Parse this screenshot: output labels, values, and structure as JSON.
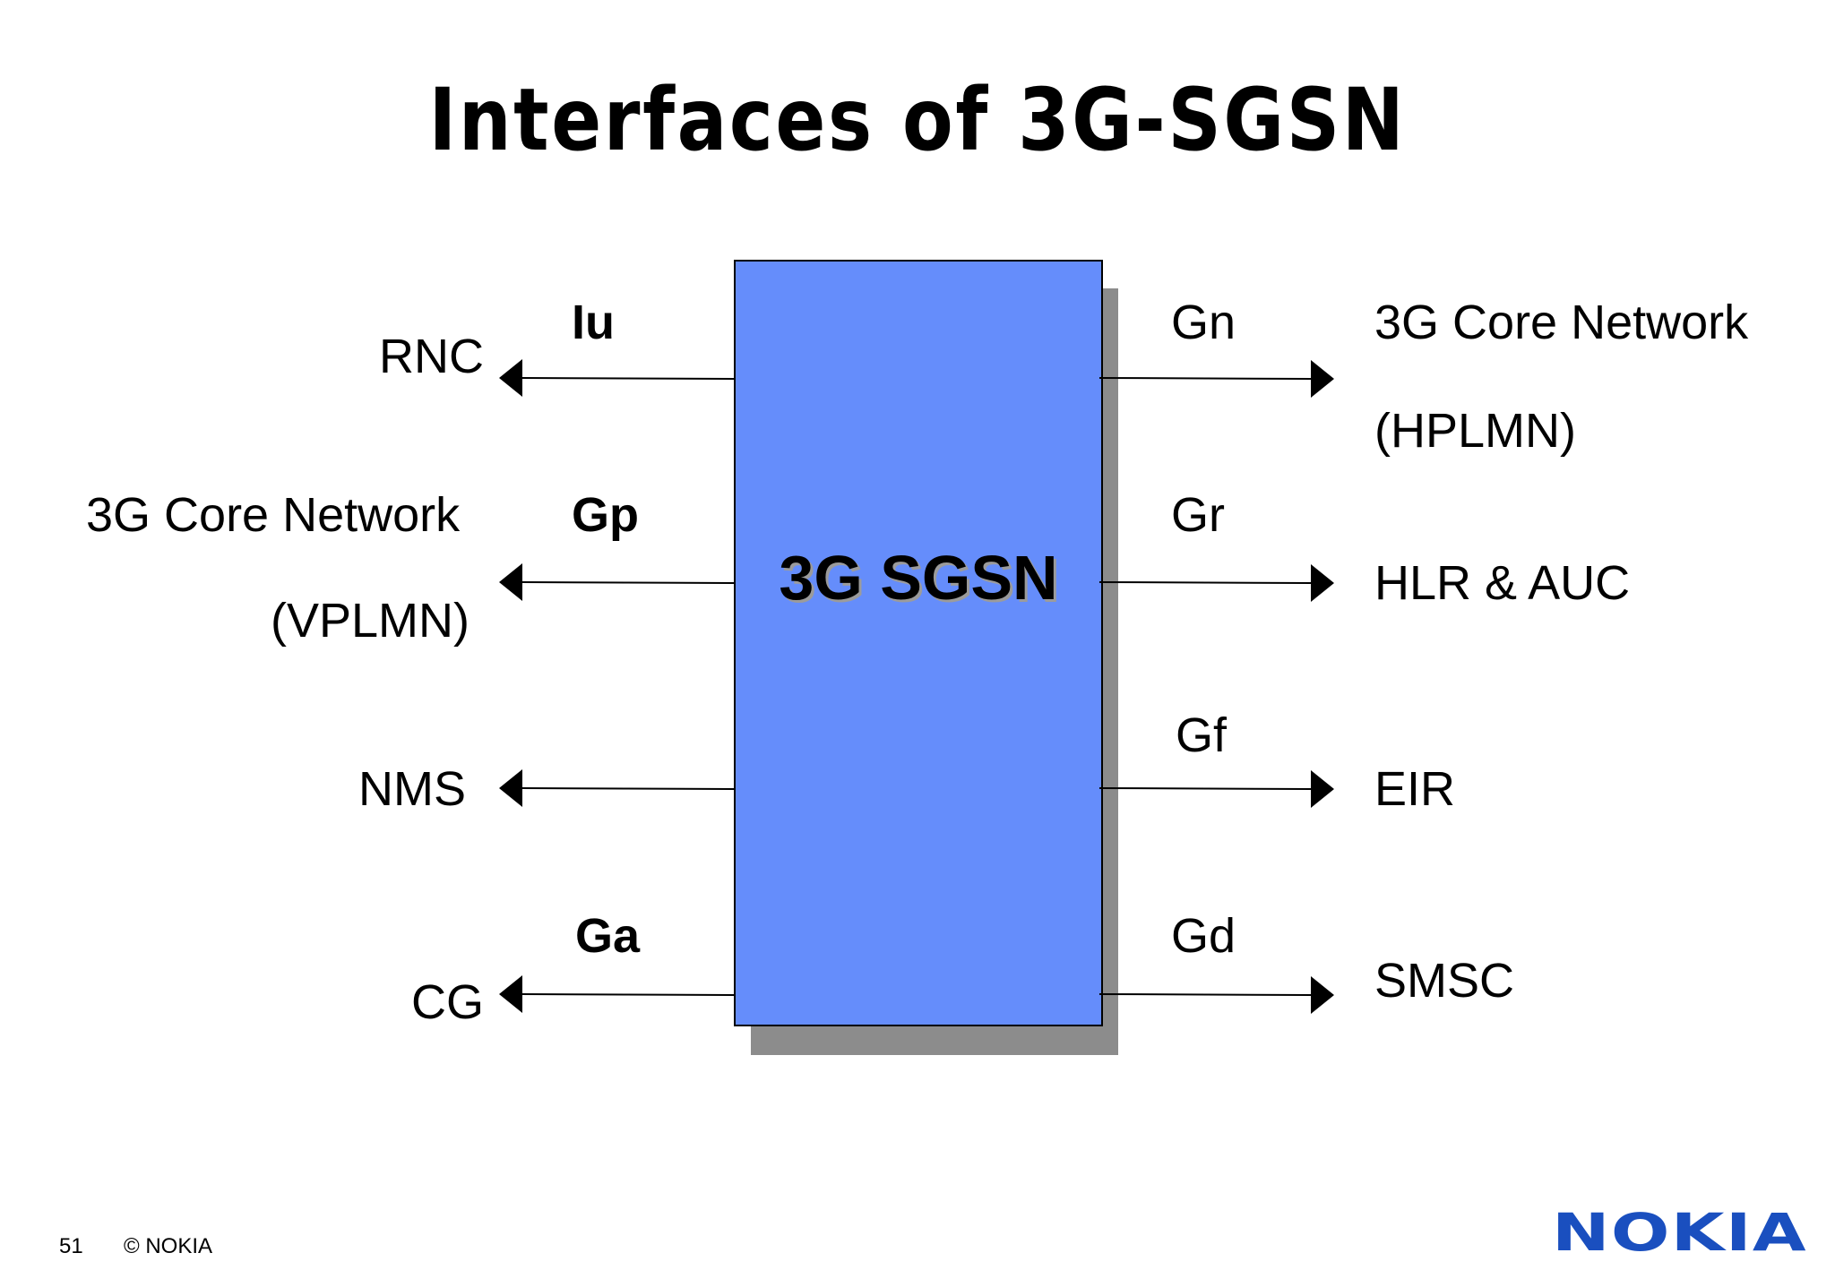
{
  "slide": {
    "title": "Interfaces of 3G-SGSN",
    "center_node": "3G SGSN",
    "left": [
      {
        "node": "RNC",
        "interface": "Iu"
      },
      {
        "node_line1": "3G Core Network",
        "node_line2": "(VPLMN)",
        "interface": "Gp"
      },
      {
        "node": "NMS"
      },
      {
        "node": "CG",
        "interface": "Ga"
      }
    ],
    "right": [
      {
        "interface": "Gn",
        "node_line1": "3G Core Network",
        "node_line2": "(HPLMN)"
      },
      {
        "interface": "Gr",
        "node": "HLR & AUC"
      },
      {
        "interface": "Gf",
        "node": "EIR"
      },
      {
        "interface": "Gd",
        "node": "SMSC"
      }
    ],
    "footer": {
      "page_number": "51",
      "copyright": "© NOKIA",
      "logo_text": "NOKIA"
    },
    "colors": {
      "box": "#658dfb",
      "shadow": "#8c8c8c",
      "logo": "#1a4fbf"
    }
  }
}
